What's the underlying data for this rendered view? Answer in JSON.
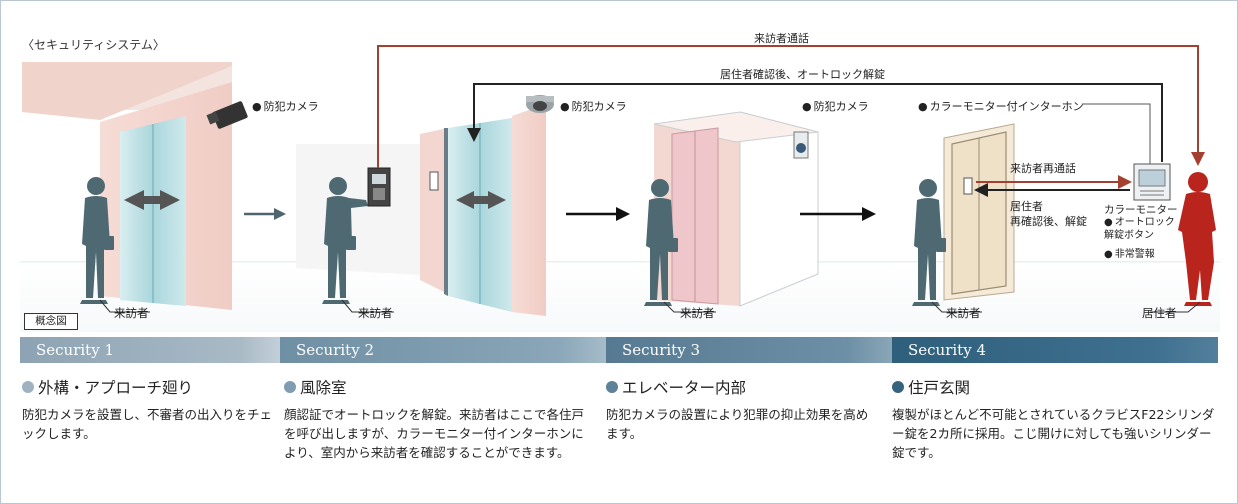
{
  "heading": "〈セキュリティシステム〉",
  "concept_label": "概念図",
  "flow_labels": {
    "visitor_call": "来訪者通話",
    "resident_unlock": "居住者確認後、オートロック解錠",
    "visitor_recall": "来訪者再通話",
    "resident_recheck": "居住者\n再確認後、解錠"
  },
  "camera_labels": [
    "防犯カメラ",
    "防犯カメラ",
    "防犯カメラ"
  ],
  "intercom_label": "カラーモニター付インターホン",
  "monitor_label": "カラーモニター",
  "monitor_features": [
    "オートロック\n解錠ボタン",
    "非常警報"
  ],
  "person_labels": {
    "visitor": "来訪者",
    "resident": "居住者"
  },
  "stages": [
    {
      "bar_label": "Security 1",
      "title": "外構・アプローチ廻り",
      "description": "防犯カメラを設置し、不審者の出入りをチェックします。",
      "color": "#9fb2c0"
    },
    {
      "bar_label": "Security 2",
      "title": "風除室",
      "description": "顔認証でオートロックを解錠。来訪者はここで各住戸を呼び出しますが、カラーモニター付インターホンにより、室内から来訪者を確認することができます。",
      "color": "#7f9cb0"
    },
    {
      "bar_label": "Security 3",
      "title": "エレベーター内部",
      "description": "防犯カメラの設置により犯罪の抑止効果を高めます。",
      "color": "#5f8299"
    },
    {
      "bar_label": "Security 4",
      "title": "住戸玄関",
      "description": "複製がほとんど不可能とされているクラビスF22シリンダー錠を2カ所に採用。こじ開けに対しても強いシリンダー錠です。",
      "color": "#36647f"
    }
  ],
  "colors": {
    "call_line": "#a3402f",
    "unlock_line": "#222222",
    "visitor_silhouette": "#4f6972",
    "resident_silhouette": "#b9241d"
  }
}
